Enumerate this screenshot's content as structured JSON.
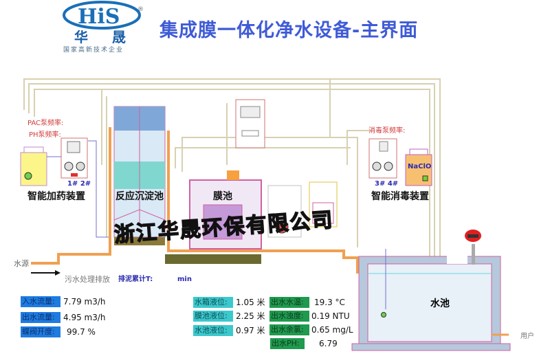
{
  "header": {
    "title": "集成膜一体化净水设备-主界面",
    "logo": {
      "brand": "华 晟",
      "subtitle": "国家高新技术企业",
      "mark": "HiS",
      "registered": "®"
    }
  },
  "watermark": "浙江华晟环保有限公司",
  "dosing": {
    "pac_label": "PAC泵频率:",
    "ph_label": "PH泵频率:",
    "pumps": "1# 2#",
    "title": "智能加药装置"
  },
  "reactor": {
    "title": "反应沉淀池"
  },
  "membrane": {
    "title": "膜池"
  },
  "disinfection": {
    "label": "消毒泵频率:",
    "tank": "NaClO",
    "pumps": "3# 4#",
    "title": "智能消毒装置"
  },
  "pool": {
    "title": "水池",
    "user": "用户"
  },
  "inlet": {
    "source": "水源",
    "discharge": "污水处理排放",
    "sludge_label": "排泥累计T:",
    "sludge_unit": "min"
  },
  "readings": {
    "left": [
      {
        "label": "入水流量:",
        "value": "7.79 m3/h"
      },
      {
        "label": "出水流量:",
        "value": "4.95 m3/h"
      },
      {
        "label": "蝶阀开度:",
        "value": "99.7 %"
      }
    ],
    "middle": [
      {
        "label": "水箱液位:",
        "value": "1.05 米"
      },
      {
        "label": "膜池液位:",
        "value": "2.25 米"
      },
      {
        "label": "水池液位:",
        "value": "0.97 米"
      }
    ],
    "right": [
      {
        "label": "出水水温:",
        "value": "19.3 °C"
      },
      {
        "label": "出水浊度:",
        "value": "0.19 NTU"
      },
      {
        "label": "出水余氯:",
        "value": "0.65 mg/L"
      },
      {
        "label": "出水PH:",
        "value": "6.79"
      }
    ]
  },
  "colors": {
    "title": "#3f5bd6",
    "flow_tag": "#1e7be0",
    "level_tag": "#3cc8cc",
    "quality_tag": "#1f9a4e",
    "pipe": "#f0a050",
    "frame": "#d8d0b0"
  }
}
